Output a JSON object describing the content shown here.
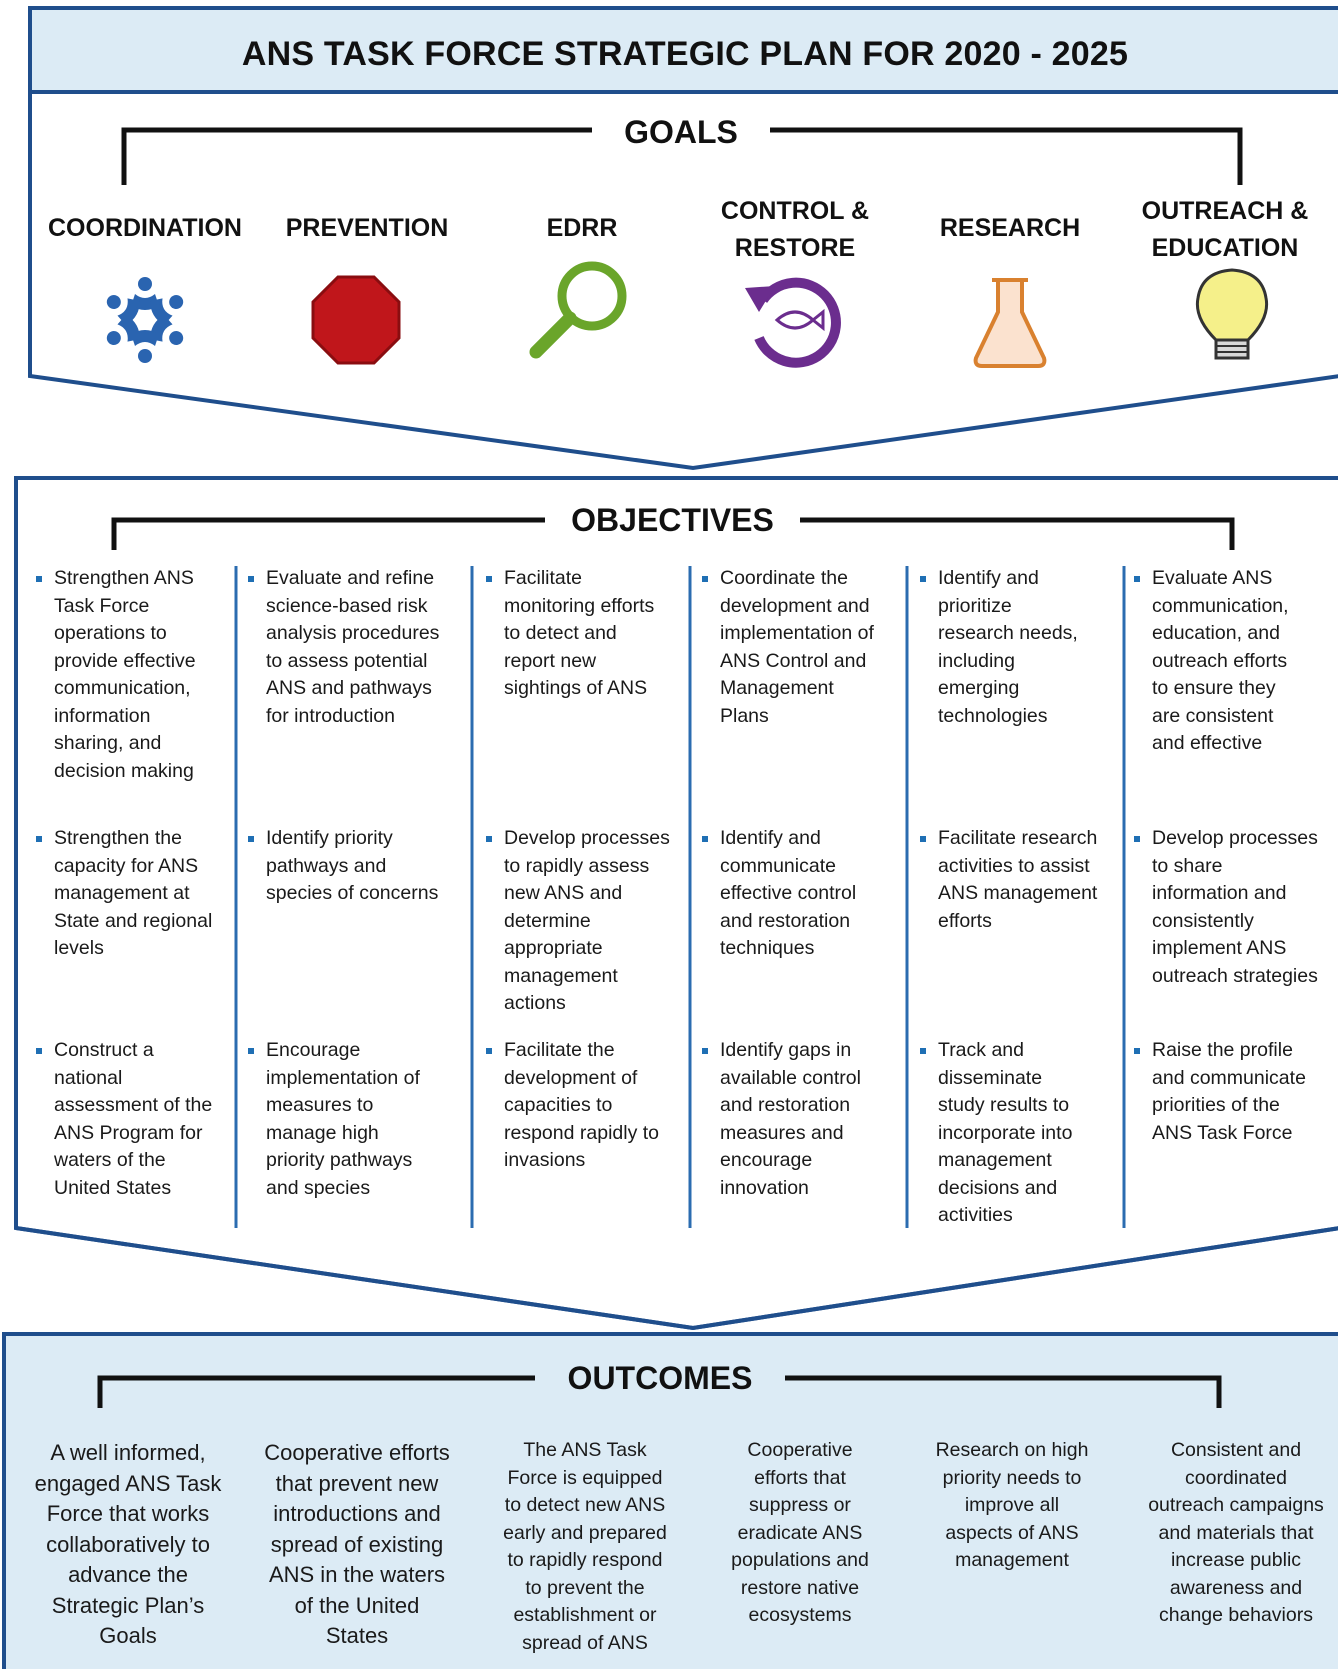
{
  "title": "ANS TASK FORCE STRATEGIC PLAN FOR 2020 - 2025",
  "colors": {
    "border": "#1f4e8c",
    "title_fill": "#dcebf5",
    "outcomes_fill": "#dcebf5",
    "divider": "#2b6cb0",
    "bullet": "#1f6fb4"
  },
  "goals": {
    "heading": "GOALS",
    "items": [
      {
        "label_lines": [
          "COORDINATION"
        ],
        "icon": "people-circle-icon",
        "icon_color": "#2a64b0"
      },
      {
        "label_lines": [
          "PREVENTION"
        ],
        "icon": "stop-sign-icon",
        "icon_color": "#c0161b"
      },
      {
        "label_lines": [
          "EDRR"
        ],
        "icon": "magnifying-glass-icon",
        "icon_color": "#6aa52a"
      },
      {
        "label_lines": [
          "CONTROL &",
          "RESTORE"
        ],
        "icon": "fish-cycle-icon",
        "icon_color": "#6b2d8e"
      },
      {
        "label_lines": [
          "RESEARCH"
        ],
        "icon": "flask-icon",
        "icon_color": "#d9812f"
      },
      {
        "label_lines": [
          "OUTREACH &",
          "EDUCATION"
        ],
        "icon": "light-bulb-icon",
        "icon_color": "#f5f08a"
      }
    ]
  },
  "objectives": {
    "heading": "OBJECTIVES",
    "rows": [
      [
        [
          "Strengthen ANS",
          "Task Force",
          "operations to",
          "provide effective",
          "communication,",
          "information",
          "sharing, and",
          "decision making"
        ],
        [
          "Evaluate and refine",
          "science-based risk",
          "analysis procedures",
          "to assess potential",
          "ANS and pathways",
          "for introduction"
        ],
        [
          "Facilitate",
          "monitoring efforts",
          "to detect and",
          "report new",
          "sightings of ANS"
        ],
        [
          "Coordinate the",
          "development and",
          "implementation of",
          "ANS Control and",
          "Management",
          "Plans"
        ],
        [
          "Identify and",
          "prioritize",
          "research needs,",
          "including",
          "emerging",
          "technologies"
        ],
        [
          "Evaluate ANS",
          "communication,",
          "education, and",
          "outreach efforts",
          "to ensure they",
          "are consistent",
          "and effective"
        ]
      ],
      [
        [
          "Strengthen the",
          "capacity for ANS",
          "management at",
          "State and regional",
          "levels"
        ],
        [
          "Identify priority",
          "pathways and",
          "species of concerns"
        ],
        [
          "Develop processes",
          "to rapidly assess",
          "new ANS and",
          "determine",
          "appropriate",
          "management",
          "actions"
        ],
        [
          "Identify and",
          "communicate",
          "effective control",
          "and restoration",
          "techniques"
        ],
        [
          "Facilitate research",
          "activities to assist",
          "ANS management",
          "efforts"
        ],
        [
          "Develop processes",
          "to share",
          "information and",
          "consistently",
          "implement ANS",
          "outreach strategies"
        ]
      ],
      [
        [
          "Construct a",
          "national",
          "assessment of the",
          "ANS Program for",
          "waters of the",
          "United States"
        ],
        [
          "Encourage",
          "implementation of",
          "measures to",
          "manage high",
          "priority pathways",
          "and species"
        ],
        [
          "Facilitate the",
          "development of",
          "capacities to",
          "respond rapidly to",
          "invasions"
        ],
        [
          "Identify gaps in",
          "available control",
          "and restoration",
          "measures and",
          "encourage",
          "innovation"
        ],
        [
          "Track and",
          "disseminate",
          "study results to",
          "incorporate into",
          "management",
          "decisions and",
          "activities"
        ],
        [
          "Raise the profile",
          "and communicate",
          "priorities of the",
          "ANS Task Force"
        ]
      ]
    ]
  },
  "outcomes": {
    "heading": "OUTCOMES",
    "items": [
      [
        "A well informed,",
        "engaged ANS Task",
        "Force that works",
        "collaboratively to",
        "advance the",
        "Strategic Plan’s",
        "Goals"
      ],
      [
        "Cooperative efforts",
        "that prevent new",
        "introductions and",
        "spread of existing",
        "ANS in the waters",
        "of the United",
        "States"
      ],
      [
        "The ANS Task",
        "Force is equipped",
        "to detect new ANS",
        "early and prepared",
        "to rapidly respond",
        "to prevent the",
        "establishment or",
        "spread of ANS"
      ],
      [
        "Cooperative",
        "efforts that",
        "suppress or",
        "eradicate ANS",
        "populations and",
        "restore native",
        "ecosystems"
      ],
      [
        "Research on high",
        "priority needs to",
        "improve all",
        "aspects of ANS",
        "management"
      ],
      [
        "Consistent and",
        "coordinated",
        "outreach campaigns",
        "and materials that",
        "increase public",
        "awareness and",
        "change behaviors"
      ]
    ]
  }
}
